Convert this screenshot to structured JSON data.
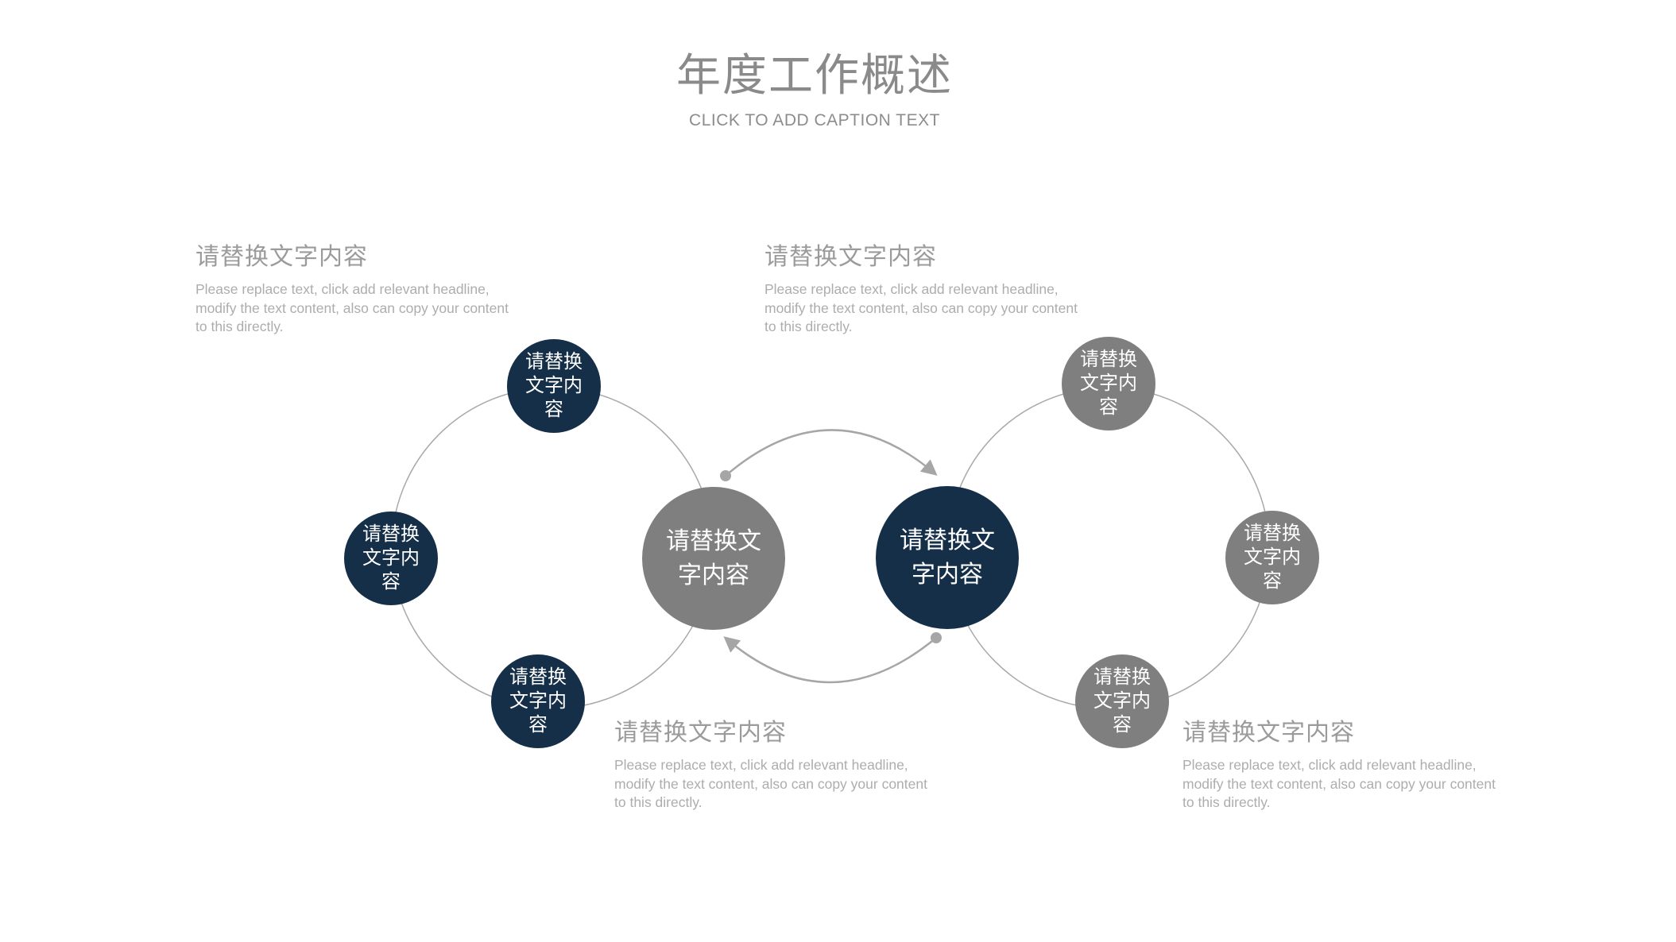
{
  "slide": {
    "title": "年度工作概述",
    "subtitle": "CLICK TO ADD CAPTION TEXT"
  },
  "text_blocks": [
    {
      "position": "top-left",
      "heading": "请替换文字内容",
      "body": "Please replace text, click add relevant headline,\nmodify the text content, also can copy your content\nto this directly."
    },
    {
      "position": "top-middle",
      "heading": "请替换文字内容",
      "body": "Please replace text, click add relevant headline,\nmodify the text content, also can copy your content\nto this directly."
    },
    {
      "position": "bottom-middle",
      "heading": "请替换文字内容",
      "body": "Please replace text, click add relevant headline,\nmodify the text content, also can copy your content\nto this directly."
    },
    {
      "position": "bottom-right",
      "heading": "请替换文字内容",
      "body": "Please replace text, click add relevant headline,\nmodify the text content, also can copy your content\nto this directly."
    }
  ],
  "diagram": {
    "hubs": [
      {
        "side": "left",
        "label": "请替换文字内容",
        "color": "#7F7F7F"
      },
      {
        "side": "right",
        "label": "请替换文字内容",
        "color": "#152F48"
      }
    ],
    "satellites": [
      {
        "ring": "left",
        "place": "top",
        "label": "请替换文字内容",
        "color": "#152F48"
      },
      {
        "ring": "left",
        "place": "left",
        "label": "请替换文字内容",
        "color": "#152F48"
      },
      {
        "ring": "left",
        "place": "bottom",
        "label": "请替换文字内容",
        "color": "#152F48"
      },
      {
        "ring": "right",
        "place": "top",
        "label": "请替换文字内容",
        "color": "#7F7F7F"
      },
      {
        "ring": "right",
        "place": "right",
        "label": "请替换文字内容",
        "color": "#7F7F7F"
      },
      {
        "ring": "right",
        "place": "bottom",
        "label": "请替换文字内容",
        "color": "#7F7F7F"
      }
    ],
    "colors": {
      "navy": "#152F48",
      "gray": "#7F7F7F",
      "line": "#A6A6A6",
      "ring": "#A9A9A9"
    }
  }
}
